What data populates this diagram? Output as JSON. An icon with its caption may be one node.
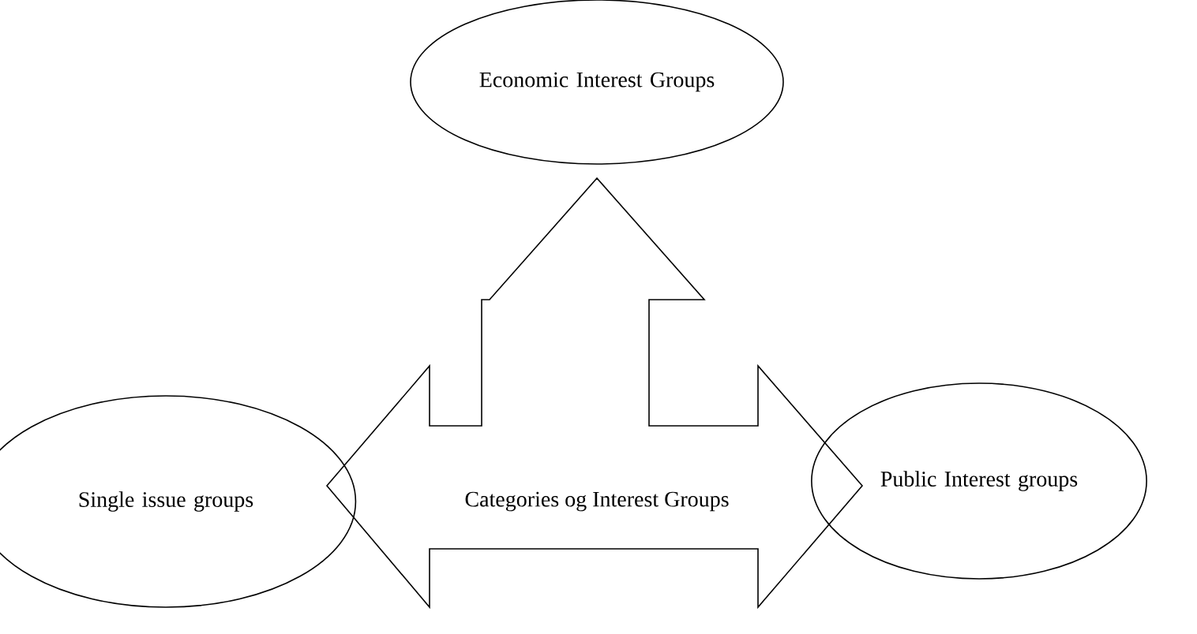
{
  "diagram": {
    "nodes": [
      {
        "text": [
          "Economic Interest Groups"
        ]
      },
      {
        "text": [
          "Single issue groups"
        ]
      },
      {
        "text": [
          "Public Interest groups"
        ]
      },
      {
        "text": [
          "Categories og Interest Groups"
        ]
      }
    ]
  }
}
